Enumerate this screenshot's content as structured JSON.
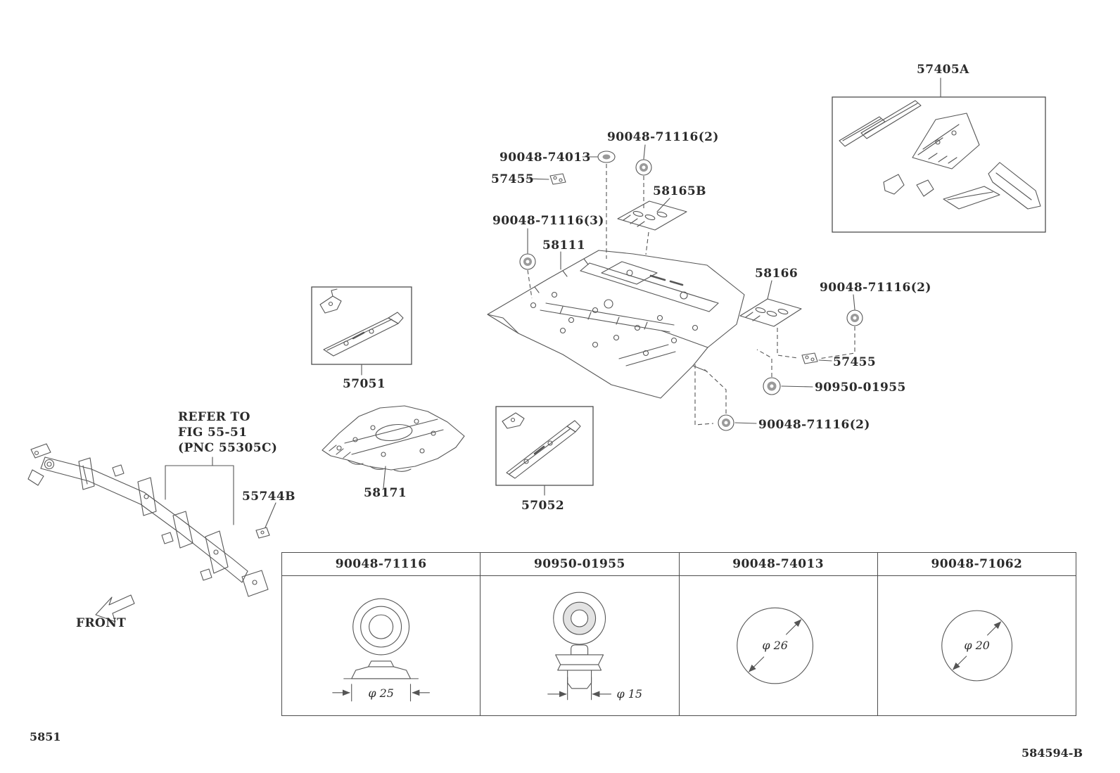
{
  "page": {
    "figure_code": "5851",
    "drawing_code": "584594-B"
  },
  "direction": {
    "front": "FRONT"
  },
  "note": {
    "line1": "REFER TO",
    "line2": "FIG 55-51",
    "line3": "(PNC 55305C)"
  },
  "labels": {
    "57405A": "57405A",
    "90048_71116_2_top": "90048-71116(2)",
    "90048_74013": "90048-74013",
    "57455_top": "57455",
    "58165B": "58165B",
    "90048_71116_3": "90048-71116(3)",
    "58111": "58111",
    "58166": "58166",
    "90048_71116_2_right": "90048-71116(2)",
    "57455_right": "57455",
    "90950_01955": "90950-01955",
    "90048_71116_2_bottom": "90048-71116(2)",
    "57051": "57051",
    "58171": "58171",
    "57052": "57052",
    "55744B": "55744B"
  },
  "fastener_table": {
    "columns": [
      {
        "part_number": "90048-71116",
        "dimension": "φ 25"
      },
      {
        "part_number": "90950-01955",
        "dimension": "φ 15"
      },
      {
        "part_number": "90048-74013",
        "dimension": "φ 26"
      },
      {
        "part_number": "90048-71062",
        "dimension": "φ 20"
      }
    ]
  }
}
